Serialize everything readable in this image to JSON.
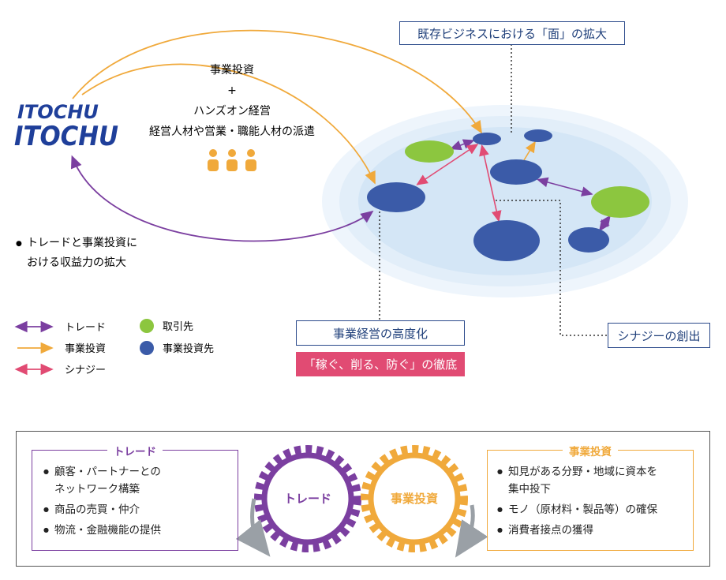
{
  "logo_text": "ITOCHU",
  "center_labels": {
    "line1": "事業投資",
    "line2": "+",
    "line3": "ハンズオン経営",
    "line4": "経営人材や営業・職能人材の派遣"
  },
  "revenue_note": {
    "line1": "トレードと事業投資に",
    "line2": "おける収益力の拡大"
  },
  "callouts": {
    "existing_business": "既存ビジネスにおける「面」の拡大",
    "management": "事業経営の高度化",
    "earn_cut_defend": "「稼ぐ、削る、防ぐ」の徹底",
    "synergy": "シナジーの創出"
  },
  "legend": {
    "trade": "トレード",
    "investment": "事業投資",
    "synergy": "シナジー",
    "partner": "取引先",
    "investee": "事業投資先"
  },
  "gears": {
    "trade": "トレード",
    "investment": "事業投資"
  },
  "trade_panel": {
    "title": "トレード",
    "items": [
      [
        "顧客・パートナーとの",
        "ネットワーク構築"
      ],
      [
        "商品の売買・仲介"
      ],
      [
        "物流・金融機能の提供"
      ]
    ]
  },
  "investment_panel": {
    "title": "事業投資",
    "items": [
      [
        "知見がある分野・地域に資本を",
        "集中投下"
      ],
      [
        "モノ（原材料・製品等）の確保"
      ],
      [
        "消費者接点の獲得"
      ]
    ]
  },
  "colors": {
    "trade": "#7b3fa0",
    "investment": "#f0a93b",
    "synergy": "#e14b73",
    "partner": "#8cc63f",
    "investee": "#3b5ba8",
    "logo": "#1f3f9a"
  }
}
